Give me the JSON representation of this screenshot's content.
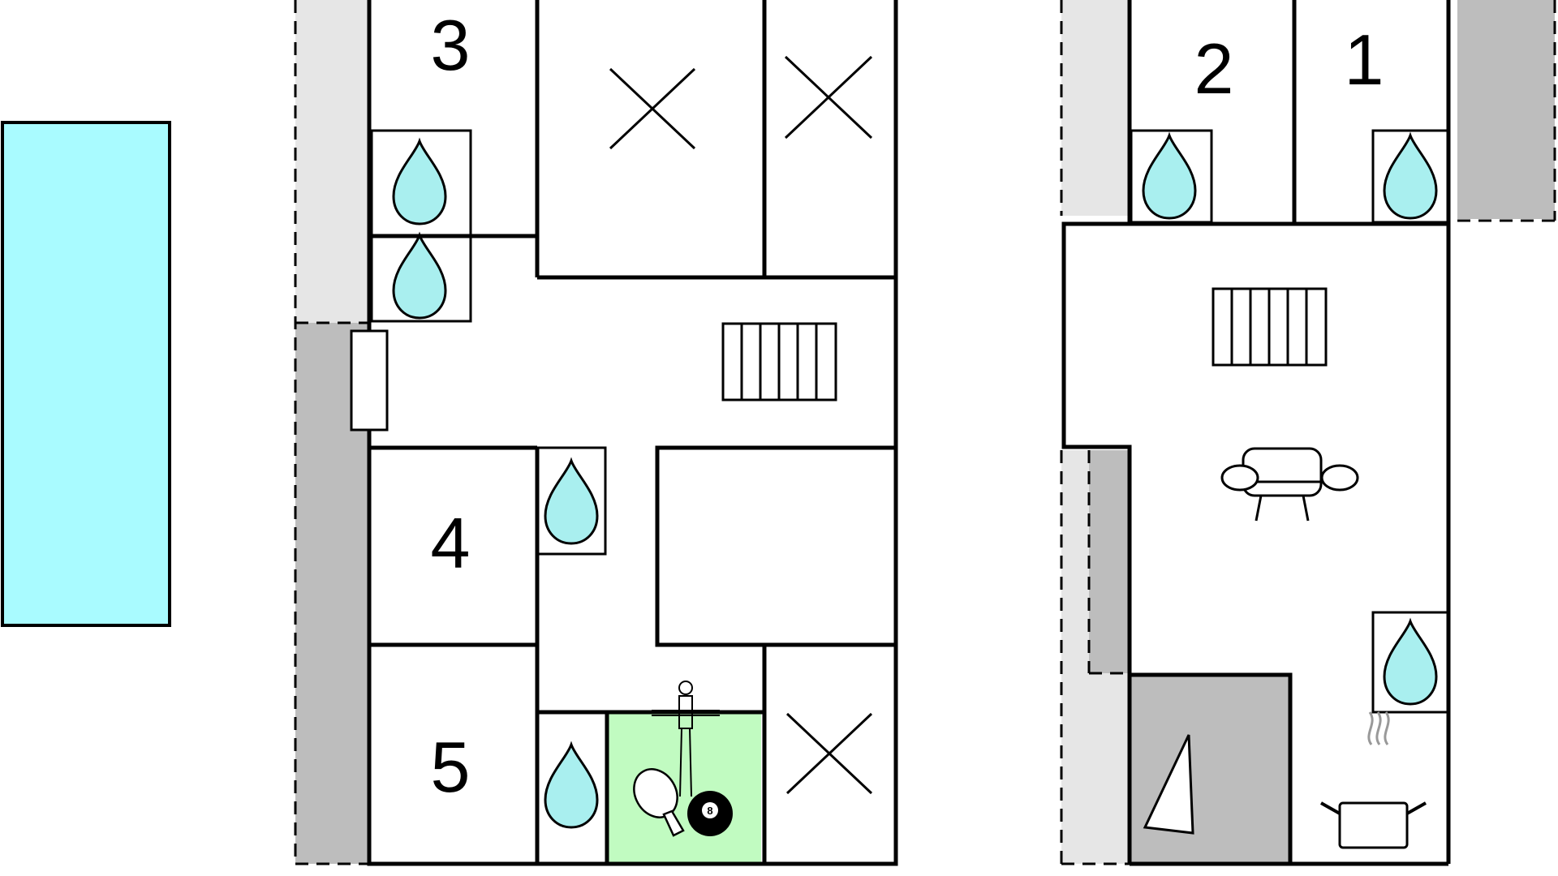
{
  "floor_plan": {
    "rooms": [
      {
        "id": "room-3",
        "number": "3"
      },
      {
        "id": "room-4",
        "number": "4"
      },
      {
        "id": "room-5",
        "number": "5"
      },
      {
        "id": "room-2",
        "number": "2"
      },
      {
        "id": "room-1",
        "number": "1"
      }
    ],
    "icons": [
      "water-drop-icon",
      "stairs-icon",
      "sofa-icon",
      "cooking-pot-icon",
      "foosball-icon",
      "ping-pong-paddle-icon",
      "eight-ball-icon",
      "cross-marker-icon"
    ],
    "colors": {
      "pool": "#A9FBFF",
      "water_drop": "#A9EFEF",
      "game_room": "#C1FBC1",
      "terrace_light": "#E6E6E6",
      "terrace_dark": "#BDBDBD"
    },
    "eight_ball_label": "8"
  }
}
